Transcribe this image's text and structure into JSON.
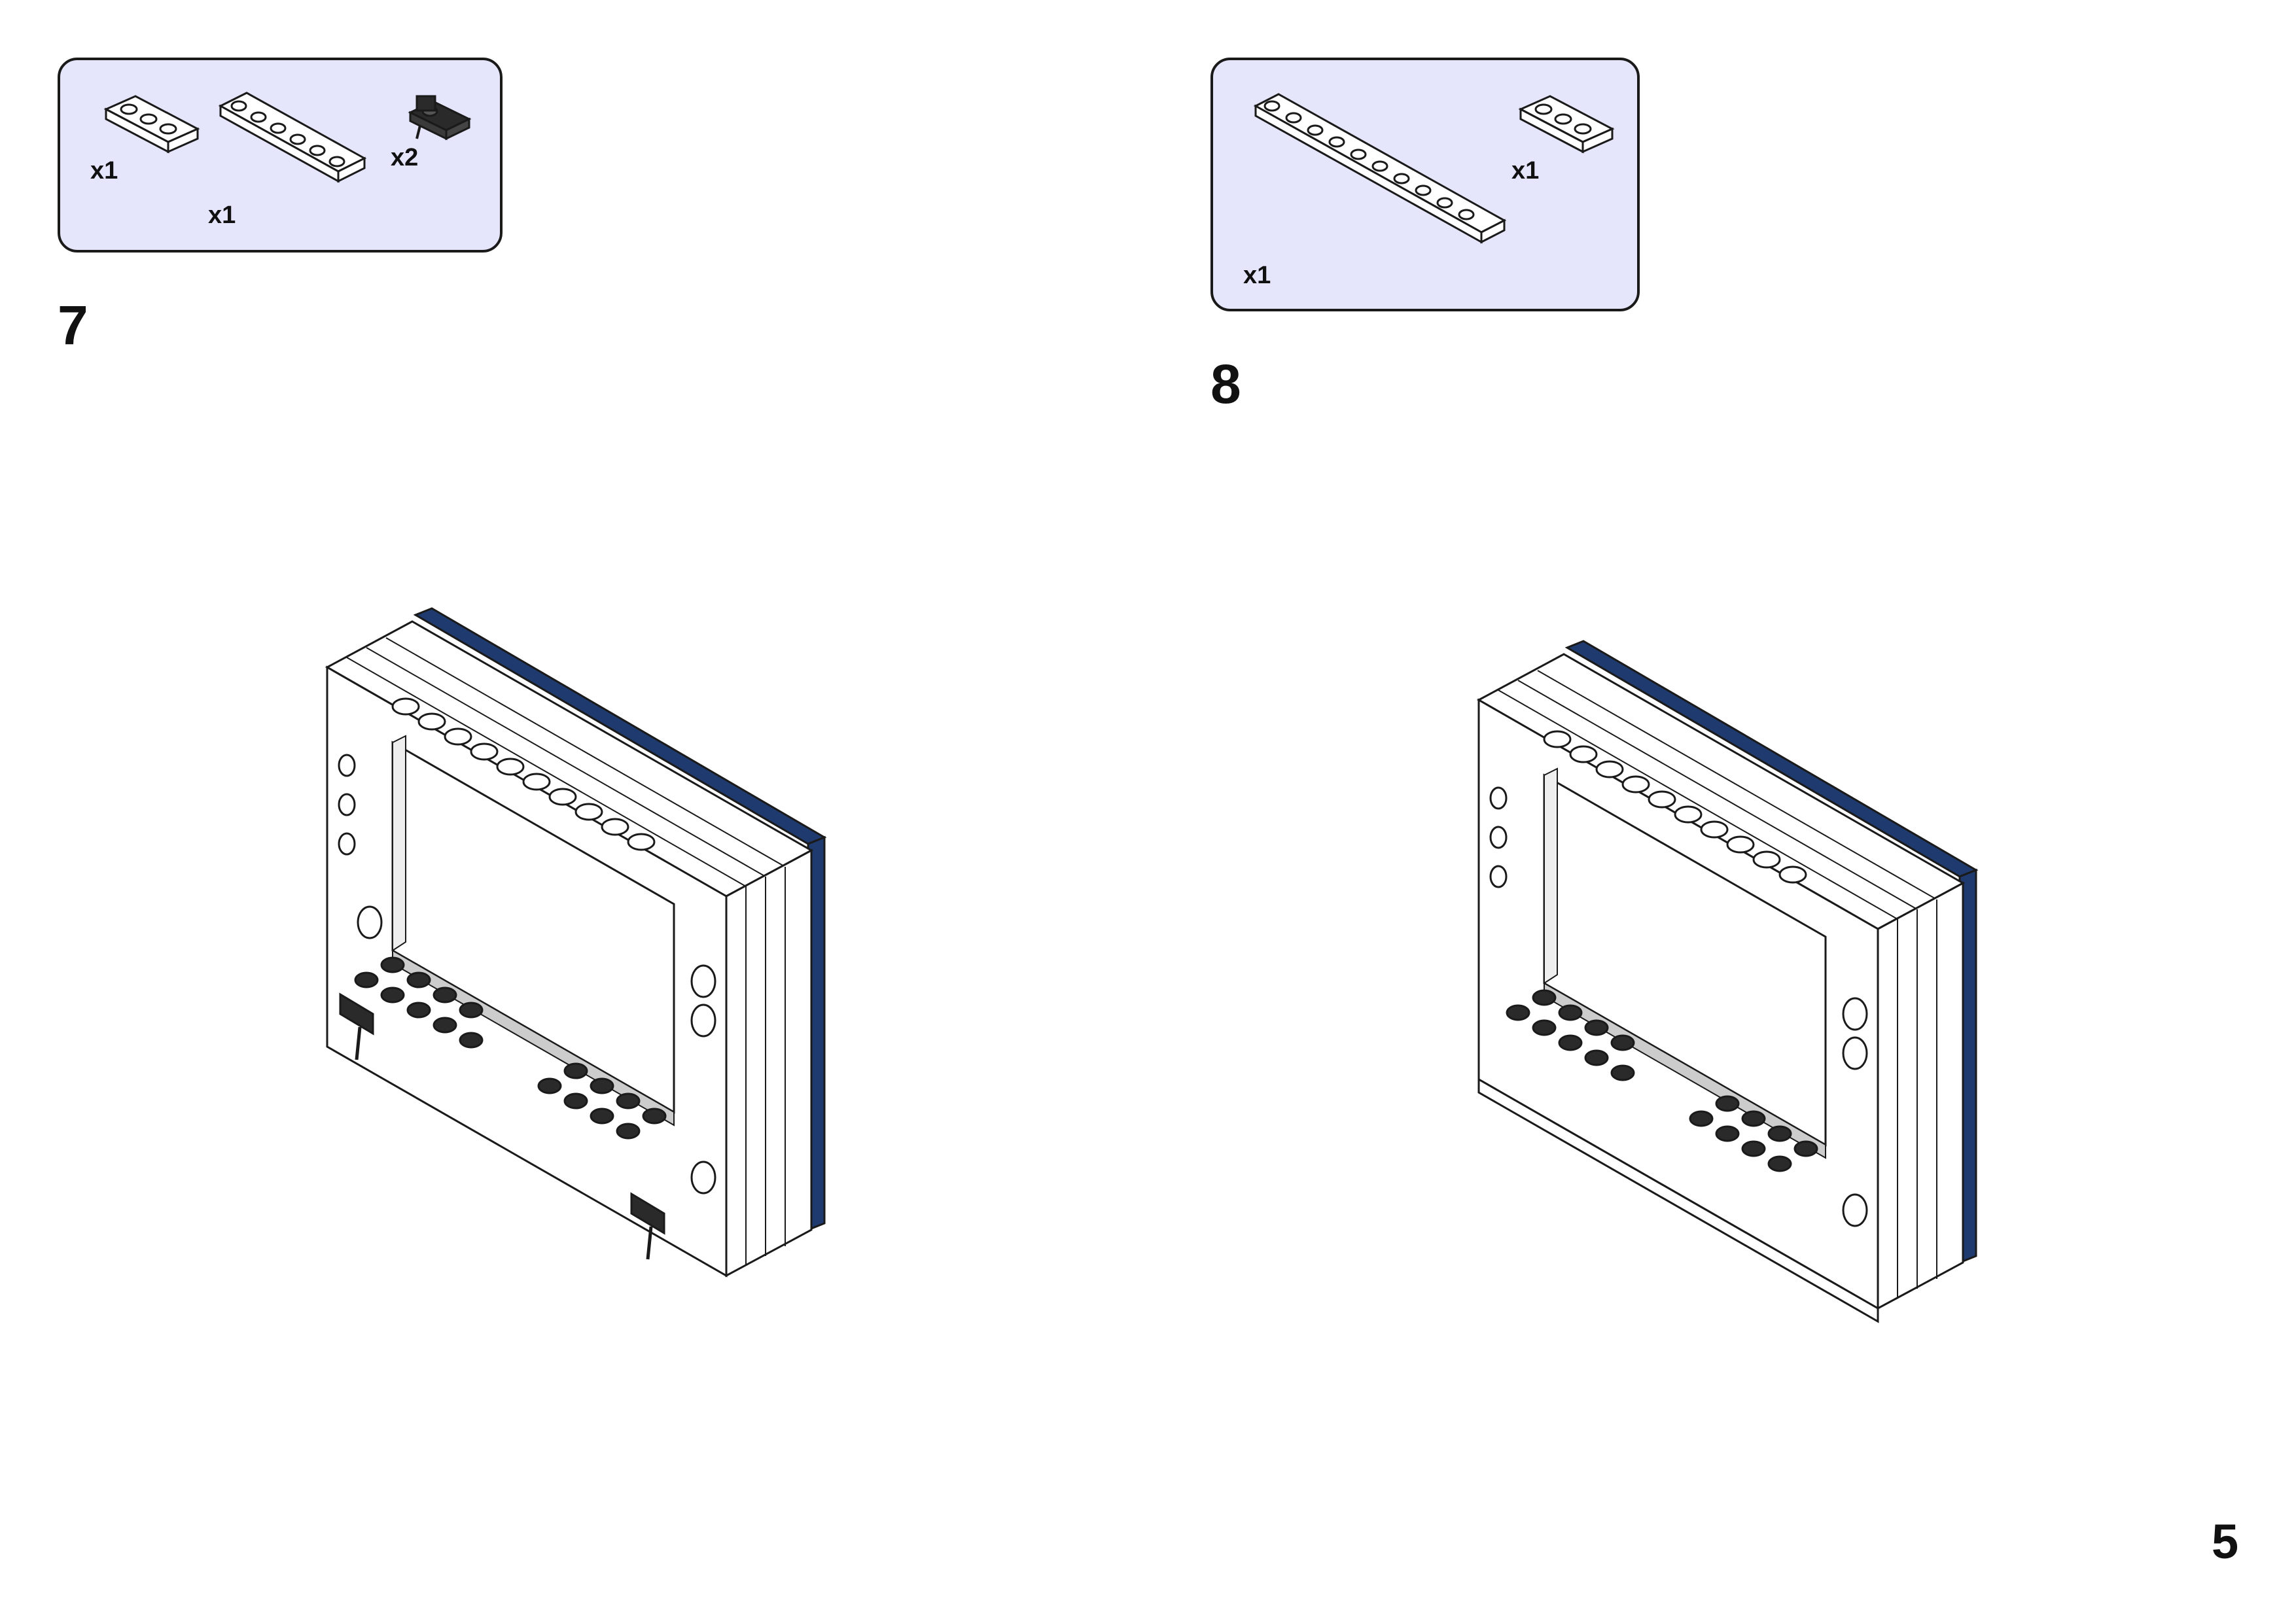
{
  "page_number": "5",
  "colors": {
    "callout_bg": "#e5e5fc",
    "brick_white": "#ffffff",
    "outline": "#1a1a1a",
    "stud_dark": "#2a2a2a",
    "accent_blue": "#1f3a6e"
  },
  "steps": [
    {
      "number": "7",
      "parts": [
        {
          "icon": "plate-1x3-icon",
          "qty": "x1"
        },
        {
          "icon": "plate-1x6-icon",
          "qty": "x1"
        },
        {
          "icon": "bracket-dark-icon",
          "qty": "x2"
        }
      ]
    },
    {
      "number": "8",
      "parts": [
        {
          "icon": "plate-1x10-icon",
          "qty": "x1"
        },
        {
          "icon": "plate-1x3-icon",
          "qty": "x1"
        }
      ]
    }
  ]
}
